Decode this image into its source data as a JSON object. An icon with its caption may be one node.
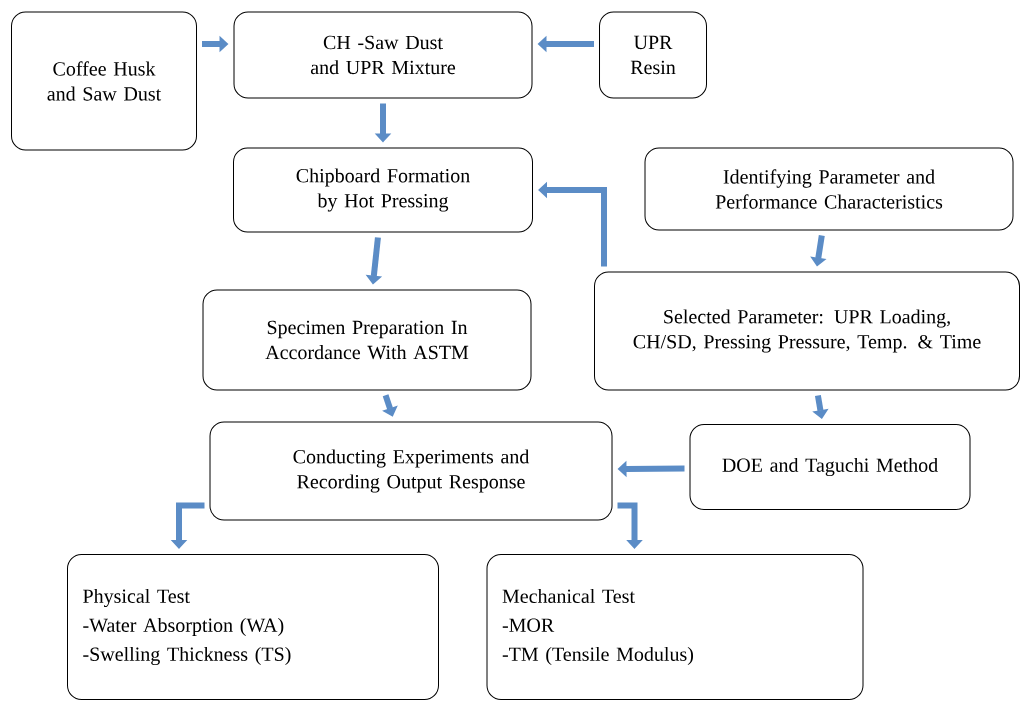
{
  "diagram": {
    "nodes": [
      {
        "text": [
          "Coffee Husk and Saw Dust"
        ]
      },
      {
        "text": [
          "CH -Saw Dust and UPR Mixture"
        ]
      },
      {
        "text": [
          "UPR Resin"
        ]
      },
      {
        "text": [
          "Chipboard Formation by Hot Pressing"
        ]
      },
      {
        "text": [
          "Identifying Parameter and Performance Characteristics"
        ]
      },
      {
        "text": [
          "Specimen Preparation In Accordance With ASTM"
        ]
      },
      {
        "text": [
          "Selected Parameter: UPR Loading, CH/SD, Pressing Pressure, Temp. & Time"
        ]
      },
      {
        "text": [
          "Conducting Experiments and Recording Output Response"
        ]
      },
      {
        "text": [
          "DOE and Taguchi Method"
        ]
      },
      {
        "text": [
          "Physical Test",
          "-Water Absorption (WA)",
          "-Swelling Thickness (TS)"
        ]
      },
      {
        "text": [
          "Mechanical Test",
          "-MOR",
          "-TM (Tensile Modulus)"
        ]
      }
    ],
    "edges": [
      {
        "from": 0,
        "to": 1,
        "arrow": "to"
      },
      {
        "from": 2,
        "to": 1,
        "arrow": "to"
      },
      {
        "from": 1,
        "to": 3,
        "arrow": "to"
      },
      {
        "from": 6,
        "to": 3,
        "arrow": "to"
      },
      {
        "from": 4,
        "to": 6,
        "arrow": "to"
      },
      {
        "from": 3,
        "to": 5,
        "arrow": "to"
      },
      {
        "from": 5,
        "to": 7,
        "arrow": "to"
      },
      {
        "from": 6,
        "to": 8,
        "arrow": "to"
      },
      {
        "from": 8,
        "to": 7,
        "arrow": "to"
      },
      {
        "from": 7,
        "to": 9,
        "arrow": "to"
      },
      {
        "from": 7,
        "to": 10,
        "arrow": "to"
      }
    ]
  }
}
